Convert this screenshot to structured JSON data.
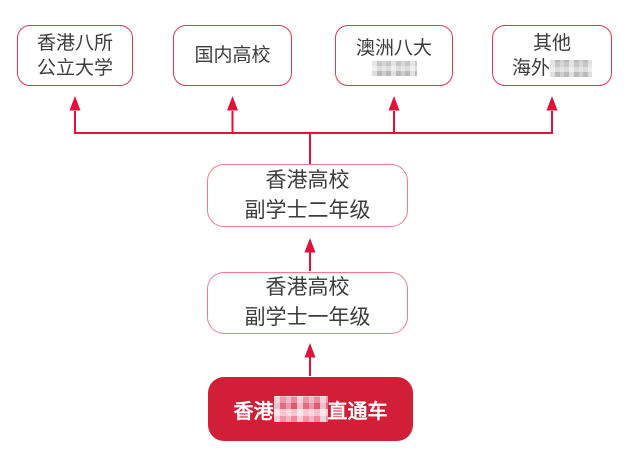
{
  "boxes": {
    "hk_public": {
      "line1": "香港八所",
      "line2": "公立大学"
    },
    "mainland": {
      "line1": "国内高校"
    },
    "australia": {
      "line1": "澳洲八大",
      "line2_censored": true
    },
    "overseas": {
      "line1": "其他",
      "line2_prefix": "海外",
      "line2_censored": true
    },
    "assoc_year2": {
      "line1": "香港高校",
      "line2": "副学士二年级"
    },
    "assoc_year1": {
      "line1": "香港高校",
      "line2": "副学士一年级"
    },
    "start": {
      "prefix": "香港",
      "middle_censored": true,
      "suffix": "直通车"
    }
  },
  "colors": {
    "outline_red": "#e5384f",
    "outline_pink": "#f07c8e",
    "fill_red": "#d11f38",
    "arrow": "#e01239",
    "text_dark": "#3c3c3c",
    "text_light": "#ffffff",
    "background": "#ffffff"
  }
}
